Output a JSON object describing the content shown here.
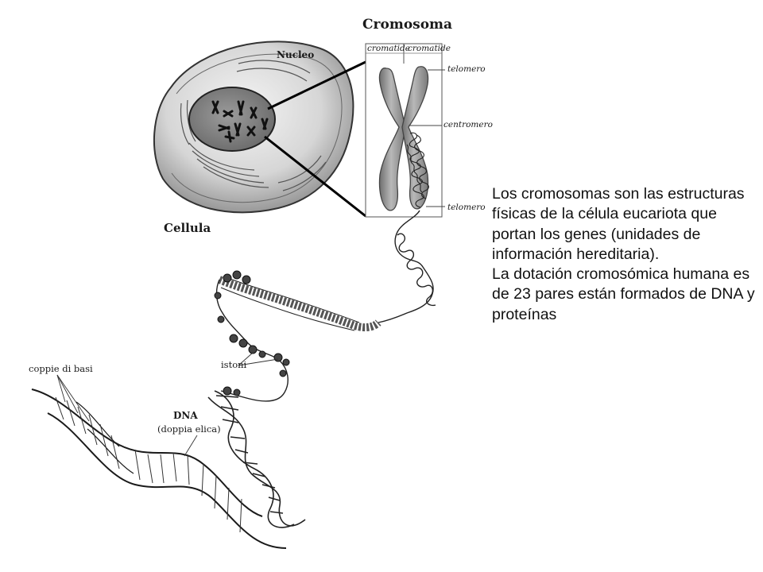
{
  "labels": {
    "cromosoma": "Cromosoma",
    "cromatide_left": "cromatide",
    "cromatide_right": "cromatide",
    "telomero_top": "telomero",
    "centromero": "centromero",
    "telomero_bottom": "telomero",
    "nucleo": "Nucleo",
    "cellula": "Cellula",
    "istoni": "istoni",
    "coppie_di_basi": "coppie di basi",
    "dna": "DNA",
    "doppia_elica": "(doppia elica)"
  },
  "description": {
    "paragraph_1": "Los cromosomas son las estructuras físicas de la célula eucariota que portan los genes (unidades de información hereditaria).",
    "paragraph_2": "La dotación cromosómica humana es de 23 pares están formados de DNA y proteínas"
  }
}
